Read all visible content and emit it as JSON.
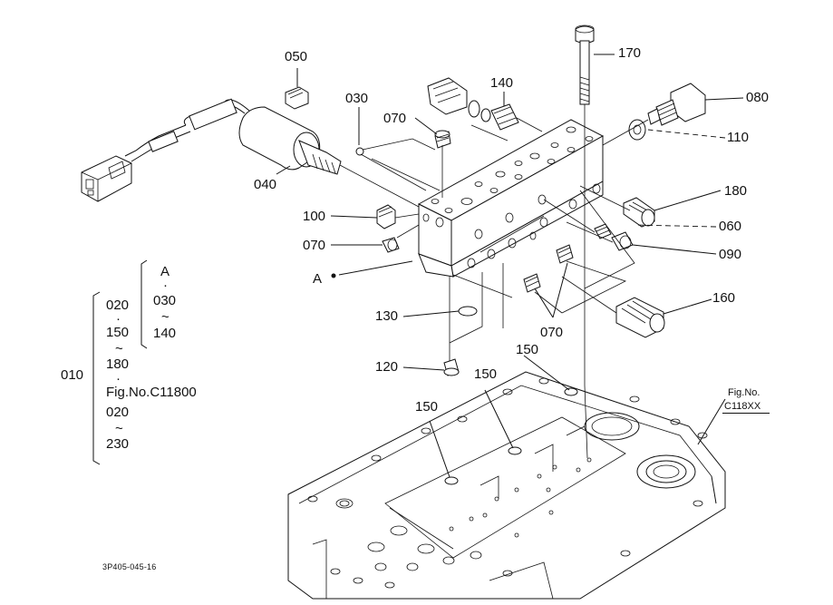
{
  "labels": {
    "p050": "050",
    "p030": "030",
    "p070_top": "070",
    "p140": "140",
    "p170": "170",
    "p080": "080",
    "p110": "110",
    "p040": "040",
    "p180": "180",
    "p100": "100",
    "p060": "060",
    "p070_left": "070",
    "p090": "090",
    "pA": "A",
    "p160": "160",
    "p130": "130",
    "p070_bottom": "070",
    "p120": "120",
    "p150_a": "150",
    "p150_b": "150",
    "p150_c": "150"
  },
  "group_legend": {
    "main_ref": "010",
    "items": [
      "020",
      "·",
      "150",
      "~",
      "180",
      "·",
      "Fig.No.C11800",
      "020",
      "~",
      "230"
    ],
    "sub_items": [
      "A",
      "·",
      "030",
      "~",
      "140"
    ]
  },
  "fig_ref": {
    "line1": "Fig.No.",
    "line2": "C118XX"
  },
  "drawing_code": "3P405-045-16",
  "icons": [
    "solenoid-valve-icon",
    "connector-plug-icon",
    "pressure-switch-icon",
    "bolt-icon",
    "o-ring-icon",
    "plug-icon",
    "valve-body-icon",
    "transmission-case-icon"
  ]
}
